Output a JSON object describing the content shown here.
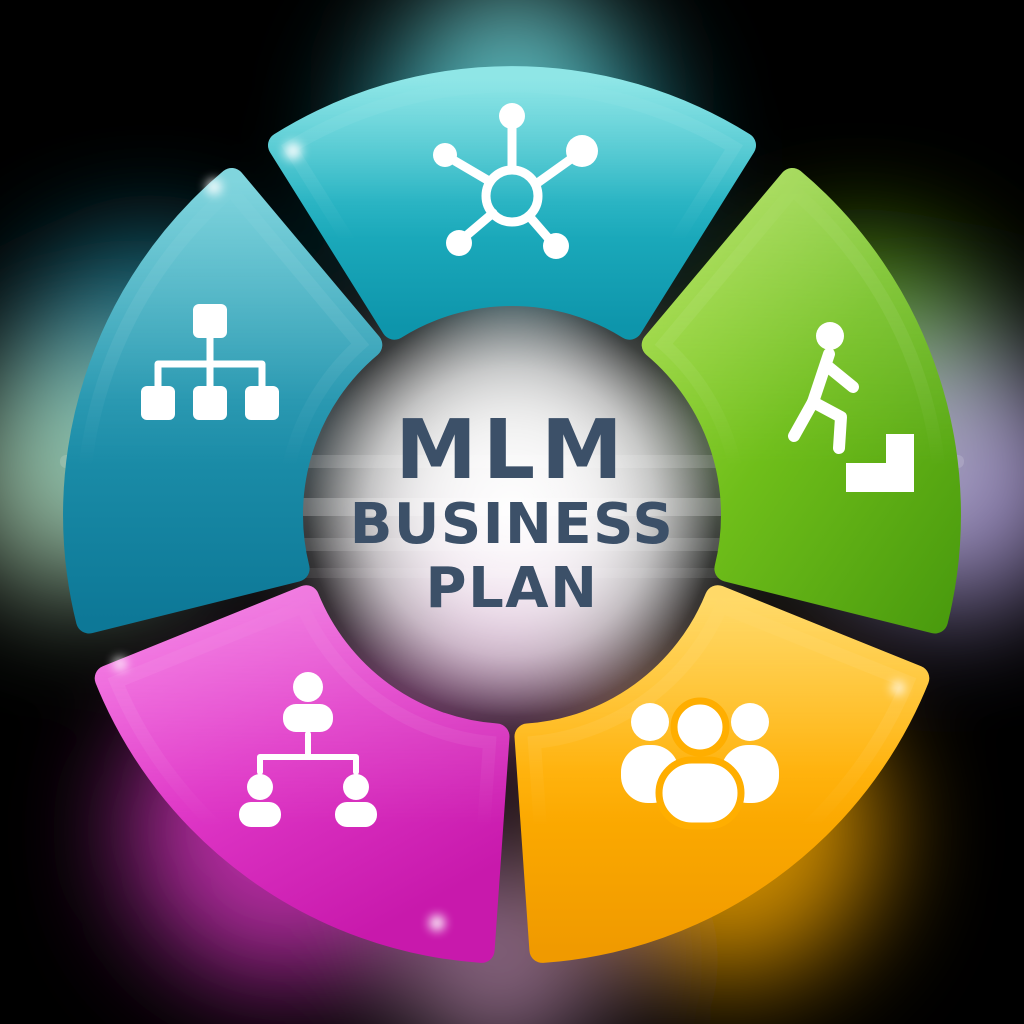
{
  "title": {
    "line1": "MLM",
    "line2": "BUSINESS",
    "line3": "PLAN",
    "color": "#3c5068"
  },
  "diagram": {
    "type": "cycle",
    "center_label": "MLM Business Plan",
    "icon_color": "#ffffff",
    "segments": [
      {
        "name": "network",
        "icon": "network-hub-icon",
        "color": "#1fb0c0",
        "color_light": "#6fdfe0",
        "color_dark": "#0e95ab"
      },
      {
        "name": "growth",
        "icon": "person-climbing-stairs-icon",
        "color": "#6fbe1a",
        "color_light": "#a8e046",
        "color_dark": "#4a9b0e"
      },
      {
        "name": "community",
        "icon": "people-group-icon",
        "color": "#ffae00",
        "color_light": "#ffcf3e",
        "color_dark": "#f09a00"
      },
      {
        "name": "team-hierarchy",
        "icon": "people-hierarchy-icon",
        "color": "#e038c8",
        "color_light": "#f46ae2",
        "color_dark": "#c819ac"
      },
      {
        "name": "structure",
        "icon": "org-chart-icon",
        "color": "#1f93ad",
        "color_light": "#5cc9d4",
        "color_dark": "#0d7897"
      }
    ]
  },
  "background": {
    "base": "#000000",
    "center_glow": "#ffffff",
    "halo_left": "#bfe7c2",
    "halo_right": "#b9a6e8",
    "halo_top": "#9fe8e0",
    "halo_bottom": "#efb0e0"
  }
}
